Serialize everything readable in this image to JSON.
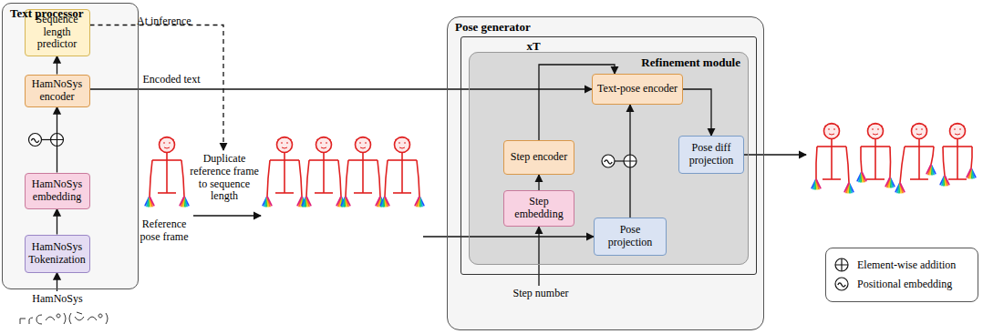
{
  "diagram": {
    "nodes": [
      {
        "text": [
          "Text processor"
        ]
      },
      {
        "text": [
          "Sequence length predictor"
        ],
        "in": 0
      },
      {
        "text": [
          "HamNoSys encoder"
        ],
        "in": 0
      },
      {
        "text": [
          "HamNoSys embedding"
        ],
        "in": 0
      },
      {
        "text": [
          "HamNoSys Tokenization"
        ],
        "in": 0
      },
      {
        "text": [
          "Pose generator"
        ]
      },
      {
        "text": [
          "xT"
        ],
        "in": 5
      },
      {
        "text": [
          "Refinement module"
        ],
        "in": 6
      },
      {
        "text": [
          "Step encoder"
        ],
        "in": 7
      },
      {
        "text": [
          "Step embedding"
        ],
        "in": 7
      },
      {
        "text": [
          "Text-pose encoder"
        ],
        "in": 7
      },
      {
        "text": [
          "Pose projection"
        ],
        "in": 7
      },
      {
        "text": [
          "Pose diff projection"
        ],
        "in": 7
      }
    ],
    "edges": [
      {
        "from": 4,
        "to": 3,
        "arrow": "to"
      },
      {
        "from": 3,
        "to": 2,
        "arrow": "to"
      },
      {
        "from": 2,
        "to": 1,
        "arrow": "to"
      },
      {
        "from": 2,
        "to": 10,
        "label": "Encoded text",
        "arrow": "to"
      },
      {
        "from": 9,
        "to": 8,
        "arrow": "to"
      },
      {
        "from": 8,
        "to": 10,
        "arrow": "to"
      },
      {
        "from": 11,
        "to": 10,
        "arrow": "to"
      },
      {
        "from": 10,
        "to": 12,
        "arrow": "to"
      }
    ],
    "labels": [
      "At inference",
      "Duplicate reference frame to sequence length",
      "Reference pose frame",
      "Step number",
      "HamNoSys"
    ],
    "legend": [
      {
        "text": "Element-wise addition"
      },
      {
        "text": "Positional embedding"
      }
    ]
  }
}
